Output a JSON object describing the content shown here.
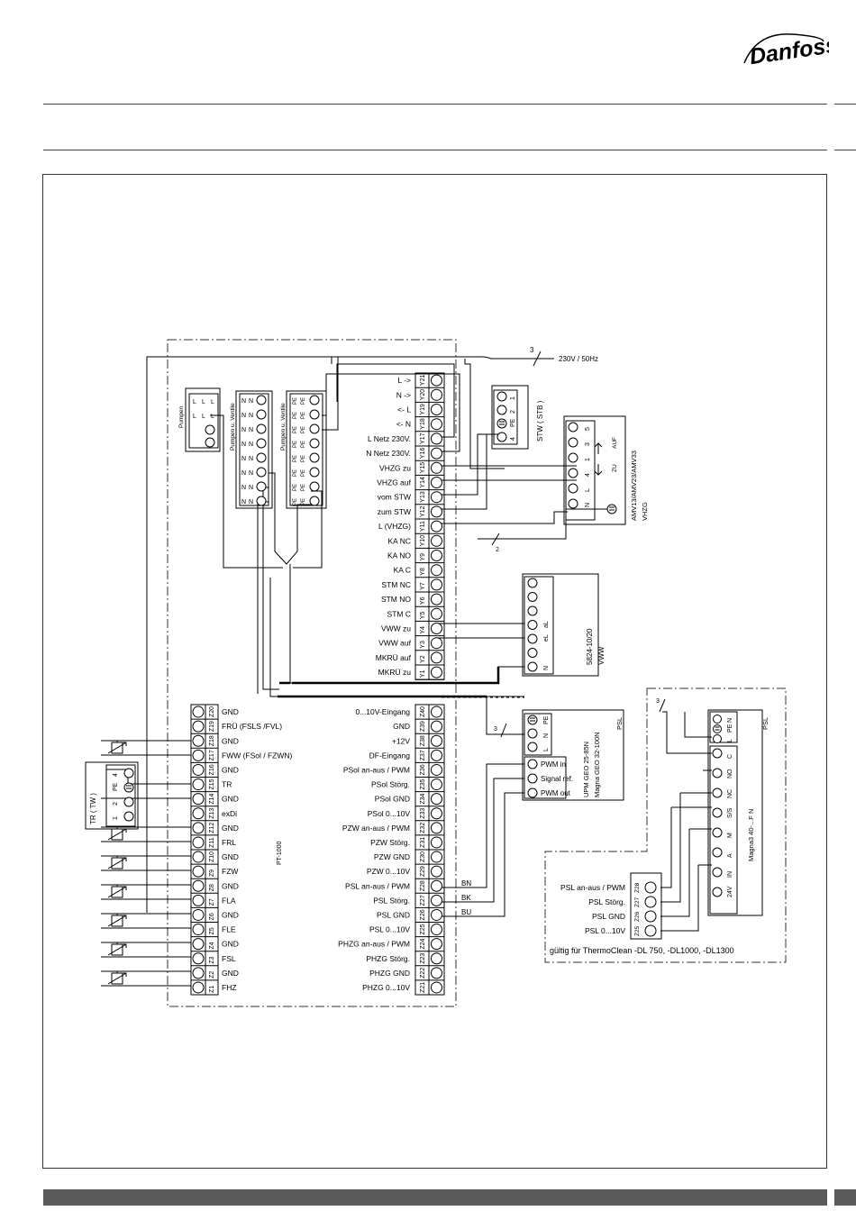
{
  "brand": {
    "logo_text": "Danfoss"
  },
  "supply": {
    "label": "230V / 50Hz",
    "wires": "3"
  },
  "controller": {
    "name": "PT-1000"
  },
  "top_block": {
    "groups": [
      {
        "title": "Pumpen",
        "cols": [
          [
            "L",
            "L"
          ],
          [
            "L",
            "L"
          ],
          [
            "L",
            "L"
          ]
        ]
      },
      {
        "title": "Pumpen u. Ventile",
        "cols": [
          [
            "N",
            "N",
            "N",
            "N",
            "N",
            "N",
            "N",
            "N"
          ]
        ]
      },
      {
        "title": "Pumpen u. Ventile",
        "cols": [
          [
            "PE",
            "PE",
            "PE",
            "PE",
            "PE",
            "PE",
            "PE",
            "PE"
          ]
        ]
      }
    ]
  },
  "y_terminals": [
    {
      "id": "Y21",
      "label": "L  ->"
    },
    {
      "id": "Y20",
      "label": "N  ->"
    },
    {
      "id": "Y19",
      "label": "<-  L"
    },
    {
      "id": "Y18",
      "label": "<-  N"
    },
    {
      "id": "Y17",
      "label": "L Netz 230V."
    },
    {
      "id": "Y16",
      "label": "N Netz 230V."
    },
    {
      "id": "Y15",
      "label": "VHZG zu"
    },
    {
      "id": "Y14",
      "label": "VHZG auf"
    },
    {
      "id": "Y13",
      "label": "vom STW"
    },
    {
      "id": "Y12",
      "label": "zum STW"
    },
    {
      "id": "Y11",
      "label": "L (VHZG)"
    },
    {
      "id": "Y10",
      "label": "KA NC"
    },
    {
      "id": "Y9",
      "label": "KA NO"
    },
    {
      "id": "Y8",
      "label": "KA C"
    },
    {
      "id": "Y7",
      "label": "STM NC"
    },
    {
      "id": "Y6",
      "label": "STM NO"
    },
    {
      "id": "Y5",
      "label": "STM C"
    },
    {
      "id": "Y4",
      "label": "VWW zu"
    },
    {
      "id": "Y3",
      "label": "VWW auf"
    },
    {
      "id": "Y2",
      "label": "MKRÜ auf"
    },
    {
      "id": "Y1",
      "label": "MKRÜ zu"
    }
  ],
  "z_left_terminals": [
    {
      "id": "Z20",
      "label": "GND"
    },
    {
      "id": "Z19",
      "label": "FRÜ (FSLS /FVL)"
    },
    {
      "id": "Z18",
      "label": "GND"
    },
    {
      "id": "Z17",
      "label": "FWW (FSol / FZWN)"
    },
    {
      "id": "Z16",
      "label": "GND"
    },
    {
      "id": "Z15",
      "label": "TR"
    },
    {
      "id": "Z14",
      "label": "GND"
    },
    {
      "id": "Z13",
      "label": "exDi"
    },
    {
      "id": "Z12",
      "label": "GND"
    },
    {
      "id": "Z11",
      "label": "FRL"
    },
    {
      "id": "Z10",
      "label": "GND"
    },
    {
      "id": "Z9",
      "label": "FZW"
    },
    {
      "id": "Z8",
      "label": "GND"
    },
    {
      "id": "Z7",
      "label": "FLA"
    },
    {
      "id": "Z6",
      "label": "GND"
    },
    {
      "id": "Z5",
      "label": "FLE"
    },
    {
      "id": "Z4",
      "label": "GND"
    },
    {
      "id": "Z3",
      "label": "FSL"
    },
    {
      "id": "Z2",
      "label": "GND"
    },
    {
      "id": "Z1",
      "label": "FHZ"
    }
  ],
  "z_right_terminals": [
    {
      "id": "Z40",
      "label": "0...10V-Eingang"
    },
    {
      "id": "Z39",
      "label": "GND"
    },
    {
      "id": "Z38",
      "label": "+12V"
    },
    {
      "id": "Z37",
      "label": "DF-Eingang"
    },
    {
      "id": "Z36",
      "label": "PSol an-aus / PWM"
    },
    {
      "id": "Z35",
      "label": "PSol Störg."
    },
    {
      "id": "Z34",
      "label": "PSol GND"
    },
    {
      "id": "Z33",
      "label": "PSol 0...10V"
    },
    {
      "id": "Z32",
      "label": "PZW an-aus / PWM"
    },
    {
      "id": "Z31",
      "label": "PZW Störg."
    },
    {
      "id": "Z30",
      "label": "PZW GND"
    },
    {
      "id": "Z29",
      "label": "PZW 0...10V"
    },
    {
      "id": "Z28",
      "label": "PSL an-aus / PWM"
    },
    {
      "id": "Z27",
      "label": "PSL Störg."
    },
    {
      "id": "Z26",
      "label": "PSL GND"
    },
    {
      "id": "Z25",
      "label": "PSL 0...10V"
    },
    {
      "id": "Z24",
      "label": "PHZG an-aus / PWM"
    },
    {
      "id": "Z23",
      "label": "PHZG Störg."
    },
    {
      "id": "Z22",
      "label": "PHZG GND"
    },
    {
      "id": "Z21",
      "label": "PHZG 0...10V"
    }
  ],
  "wire_colors": [
    "BN",
    "BK",
    "BU"
  ],
  "stw": {
    "title": "STW ( STB )",
    "terminals": [
      "1",
      "2",
      "PE",
      "4"
    ]
  },
  "vhzg": {
    "title": "AMV13/AMV23/AMV33",
    "subtitle": "VHZG",
    "terminals": [
      "5",
      "3",
      "1",
      "4",
      "L",
      "N"
    ],
    "auf": "AUF",
    "zu": "ZU",
    "wires": "2"
  },
  "vww": {
    "title": "5824-10/20",
    "subtitle": "VWW",
    "terminals": [
      "aL",
      "eL",
      "N"
    ]
  },
  "psl_geo": {
    "model1": "UPM GEO 25-85N",
    "model2": "Magna GEO 32-100N",
    "title": "PSL",
    "wires": "3",
    "power": [
      "PE",
      "N",
      "L"
    ],
    "signal": [
      "PWM in",
      "Signal ref.",
      "PWM out"
    ]
  },
  "tr": {
    "title": "TR ( TW )",
    "terminals": [
      "1",
      "2",
      "PE",
      "4"
    ]
  },
  "magna3": {
    "title": "PSL",
    "model": "Magna3 40-...F N",
    "wires": "3",
    "power": [
      "N",
      "PE",
      "L"
    ],
    "terminals": [
      "C",
      "NO",
      "NC",
      "S/S",
      "M",
      "A",
      "IN",
      "24V"
    ],
    "sub_labels": [
      "PSL an-aus / PWM",
      "PSL Störg.",
      "PSL GND",
      "PSL 0...10V"
    ],
    "sub_ids": [
      "Z28",
      "Z27",
      "Z26",
      "Z25"
    ],
    "note": "gültig für ThermoClean -DL 750, -DL1000, -DL1300"
  }
}
